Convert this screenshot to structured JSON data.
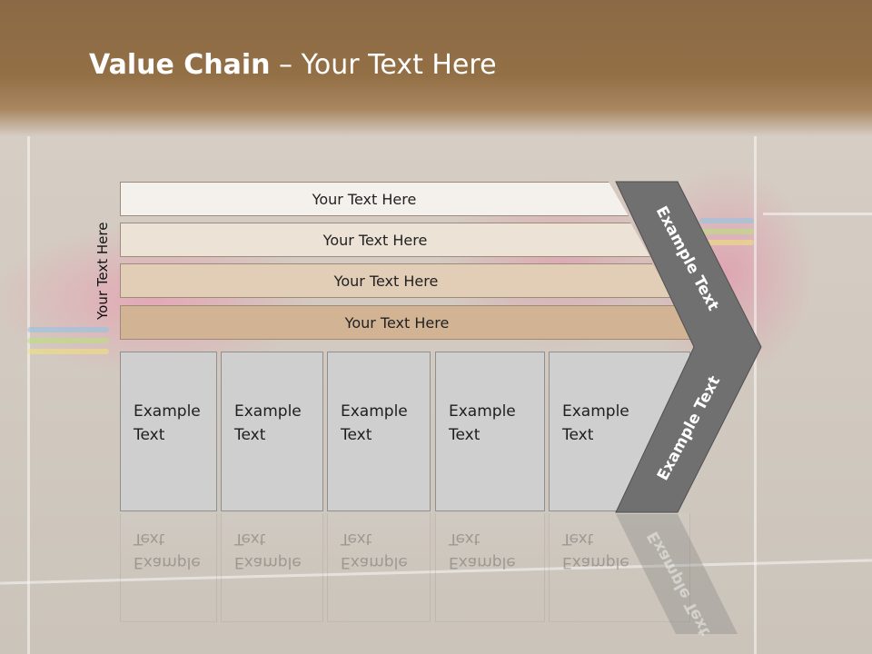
{
  "slide": {
    "title_bold": "Value Chain",
    "title_rest": " – Your Text Here",
    "side_label": "Your Text Here",
    "bars": [
      {
        "label": "Your Text Here",
        "color": "#f4f1ec"
      },
      {
        "label": "Your Text Here",
        "color": "#ece2d6"
      },
      {
        "label": "Your Text Here",
        "color": "#e2cdb7"
      },
      {
        "label": "Your Text Here",
        "color": "#d2b494"
      }
    ],
    "boxes": [
      {
        "line1": "Example",
        "line2": "Text"
      },
      {
        "line1": "Example",
        "line2": "Text"
      },
      {
        "line1": "Example",
        "line2": "Text"
      },
      {
        "line1": "Example",
        "line2": "Text"
      },
      {
        "line1": "Example",
        "line2": "Text"
      }
    ],
    "chevron_top_label": "Example Text",
    "chevron_bottom_label": "Example Text",
    "chevron_color": "#707070"
  }
}
